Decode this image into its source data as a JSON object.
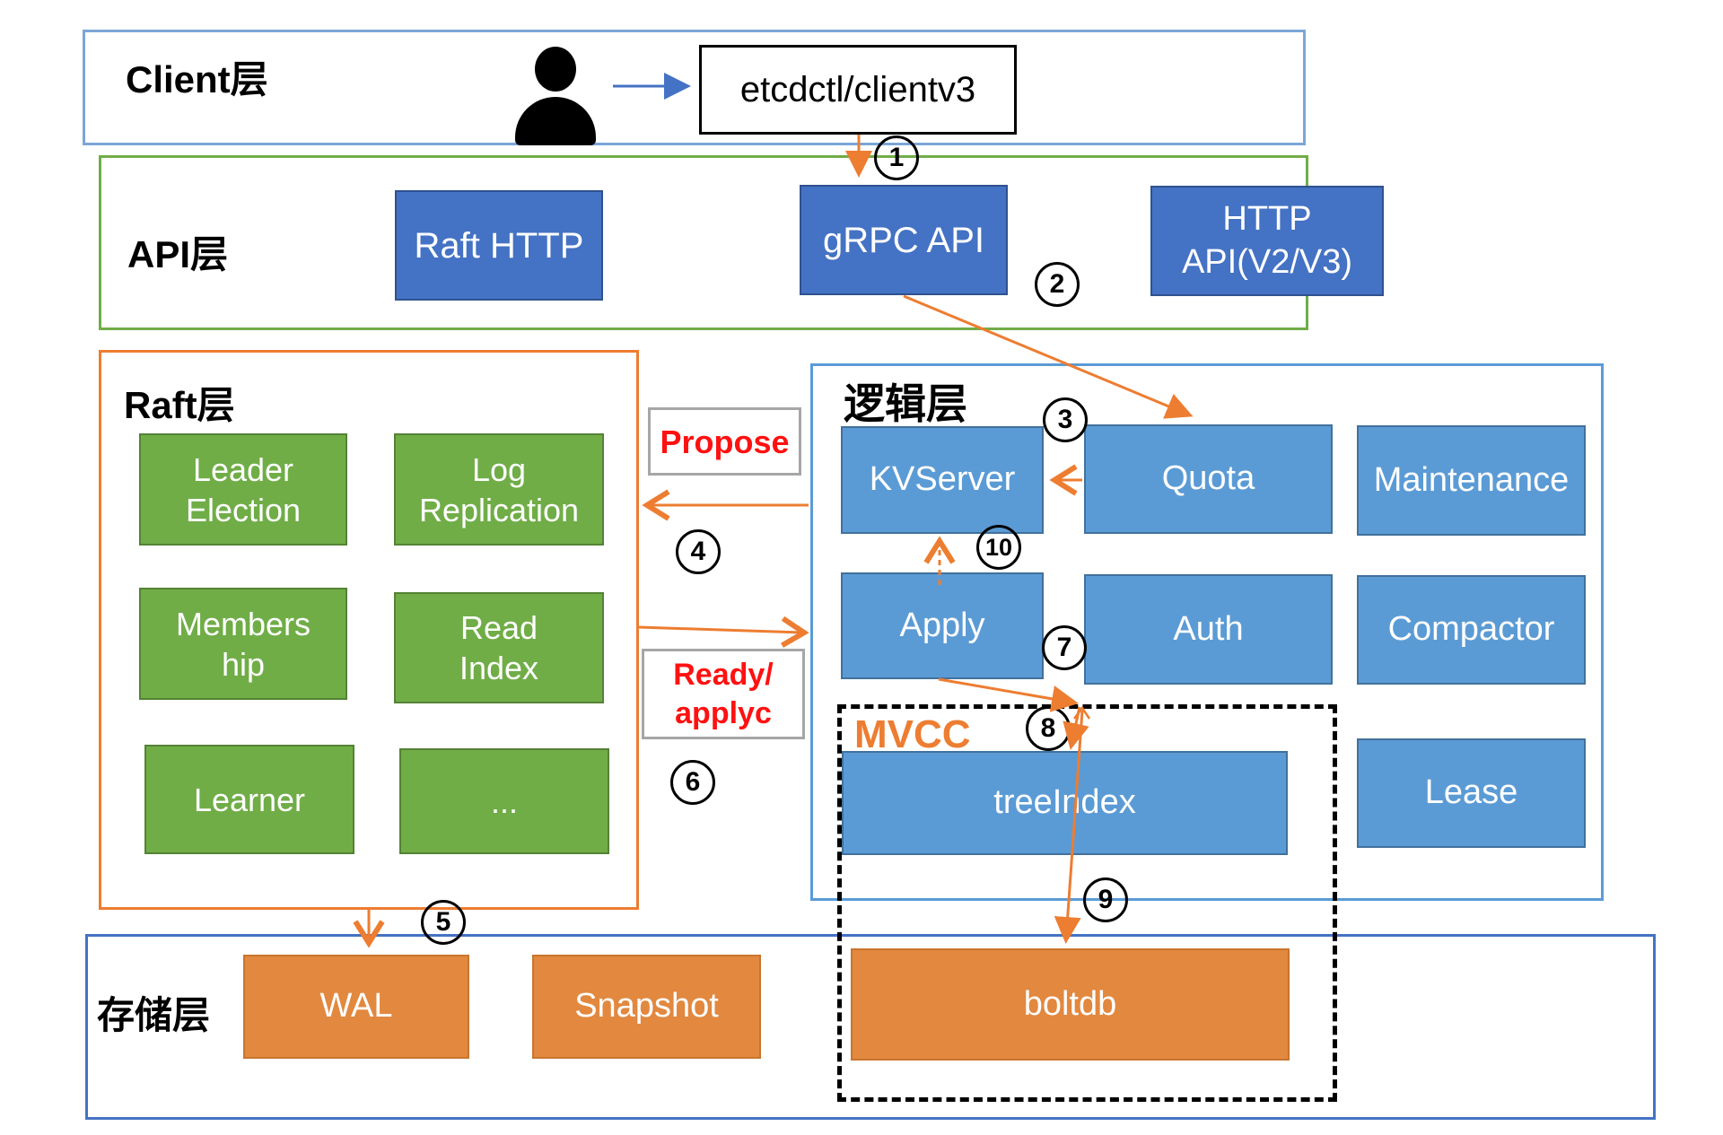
{
  "layers": {
    "client": {
      "label": "Client层"
    },
    "api": {
      "label": "API层",
      "boxes": {
        "raft_http": "Raft HTTP",
        "grpc_api": "gRPC API",
        "http_api": "HTTP\nAPI(V2/V3)"
      }
    },
    "raft": {
      "label": "Raft层",
      "boxes": {
        "leader_election": "Leader\nElection",
        "log_replication": "Log\nReplication",
        "membership": "Members\nhip",
        "read_index": "Read\nIndex",
        "learner": "Learner",
        "more": "..."
      }
    },
    "logic": {
      "label": "逻辑层",
      "mvcc_label": "MVCC",
      "boxes": {
        "kvserver": "KVServer",
        "quota": "Quota",
        "maintenance": "Maintenance",
        "apply": "Apply",
        "auth": "Auth",
        "compactor": "Compactor",
        "tree_index": "treeIndex",
        "lease": "Lease"
      }
    },
    "storage": {
      "label": "存储层",
      "boxes": {
        "wal": "WAL",
        "snapshot": "Snapshot",
        "boltdb": "boltdb"
      }
    }
  },
  "client_flow": {
    "client_box": "etcdctl/clientv3"
  },
  "edge_labels": {
    "propose": "Propose",
    "ready_applyc": "Ready/\napplyc"
  },
  "steps": [
    "1",
    "2",
    "3",
    "4",
    "5",
    "6",
    "7",
    "8",
    "9",
    "10"
  ],
  "icons": {
    "user": "user-icon"
  },
  "colors": {
    "accent_orange": "#ED7D31",
    "dark_blue": "#4472C4",
    "mid_blue": "#5B9BD5",
    "green": "#70AD47",
    "label_red": "#FF1111",
    "black": "#000000"
  }
}
